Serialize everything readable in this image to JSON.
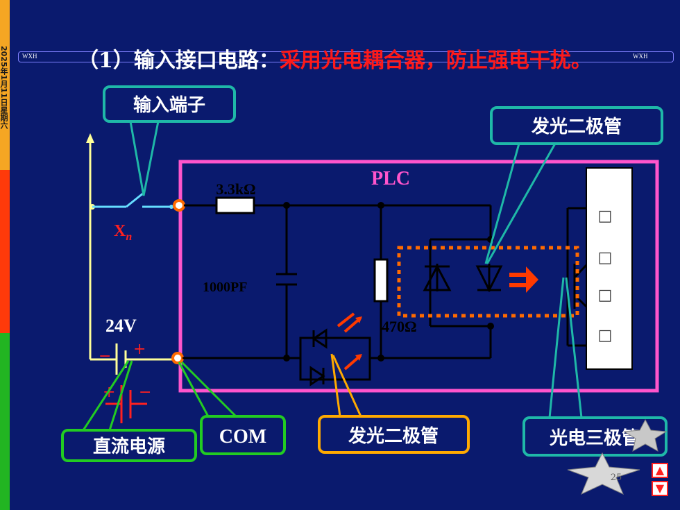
{
  "header": {
    "date_vertical": "2025年1月11日星期六",
    "wxh_left": "WXH",
    "wxh_right": "WXH",
    "title_white": "（1）输入接口电路：",
    "title_red": "采用光电耦合器，防止强电干扰。"
  },
  "diagram": {
    "plc_label": "PLC",
    "resistor_top": "3.3kΩ",
    "capacitor": "1000PF",
    "resistor_mid": "470Ω",
    "input_xn": "X",
    "input_xn_sub": "n",
    "voltage": "24V",
    "plus": "+",
    "minus": "−",
    "inner_boxes": [
      "□",
      "□",
      "□",
      "□"
    ]
  },
  "callouts": {
    "input_terminal": "输入端子",
    "led_top": "发光二极管",
    "dc_power": "直流电源",
    "com": "COM",
    "led_bottom": "发光二极管",
    "phototransistor": "光电三极管"
  },
  "footer": {
    "page_number": "25"
  },
  "colors": {
    "background": "#0a1a6e",
    "plc_border": "#ff55cc",
    "callout_teal": "#1fb8a8",
    "callout_green": "#22cc22",
    "callout_orange": "#ffaa00",
    "title_red": "#ff1a1a",
    "wire_yellow": "#ffff99",
    "wire_cyan": "#66ddff"
  }
}
